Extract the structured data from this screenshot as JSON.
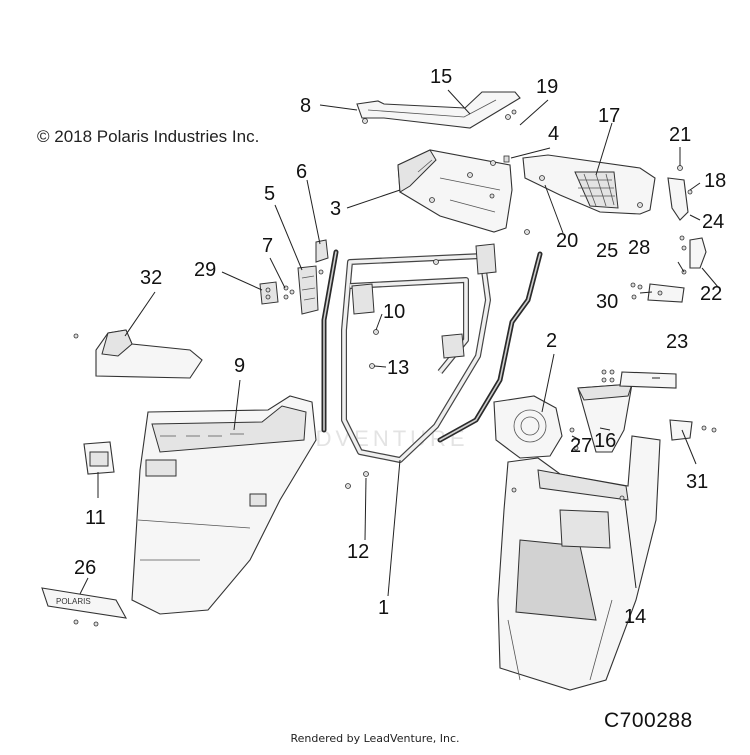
{
  "copyright": "© 2018 Polaris Industries Inc.",
  "diagram_code": "C700288",
  "footer": "Rendered by LeadVenture, Inc.",
  "watermark": "LEADVENTURE",
  "badge_text": "POLARIS",
  "callouts": [
    "1",
    "2",
    "3",
    "4",
    "5",
    "6",
    "7",
    "8",
    "9",
    "10",
    "11",
    "12",
    "13",
    "14",
    "15",
    "16",
    "17",
    "18",
    "19",
    "20",
    "21",
    "22",
    "23",
    "24",
    "25",
    "26",
    "27",
    "28",
    "29",
    "30",
    "31",
    "32"
  ]
}
